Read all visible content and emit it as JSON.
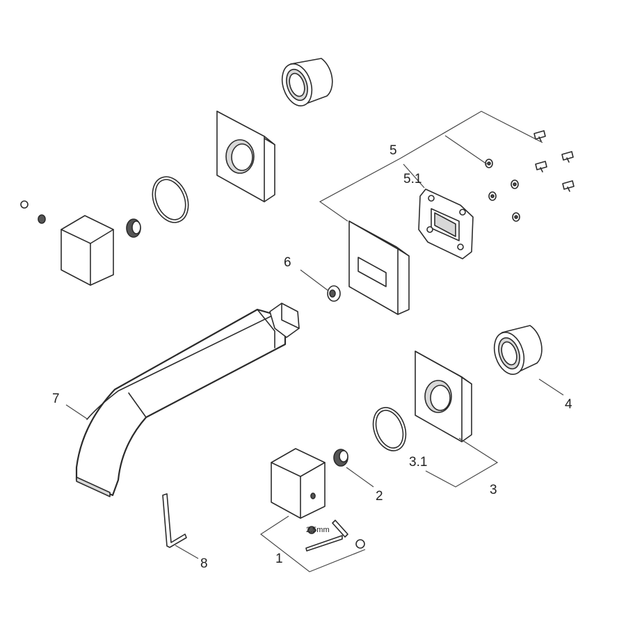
{
  "callouts": {
    "c1": "1",
    "c2": "2",
    "c3": "3",
    "c3_1": "3.1",
    "c4": "4",
    "c5": "5",
    "c5_1": "5.1",
    "c6": "6",
    "c7": "7",
    "c8": "8"
  },
  "annotations": {
    "allen_key_size": "2.5mm"
  }
}
